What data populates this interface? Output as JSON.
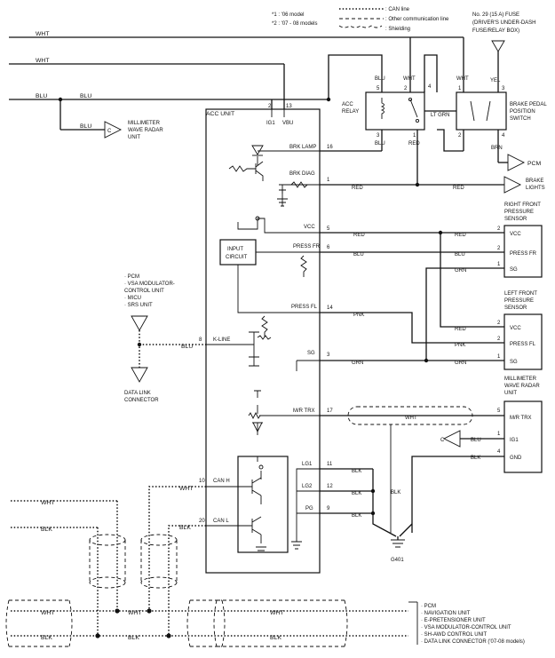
{
  "legend": {
    "notes": [
      "*1 : '06 model",
      "*2 : '07 - 08 models"
    ],
    "can_line": ": CAN line",
    "other_comm": ": Other communication line",
    "shielding": ": Shielding"
  },
  "fuse": [
    "No. 29 (15 A) FUSE",
    "(DRIVER'S UNDER-DASH",
    "FUSE/RELAY BOX)"
  ],
  "acc_unit": {
    "title": "ACC UNIT",
    "pins": {
      "ig1": "IG1",
      "vbu": "VBU",
      "p2": "2",
      "p13": "13",
      "brk_lamp": "BRK LAMP",
      "p16": "16",
      "brk_diag": "BRK DIAG",
      "p1": "1",
      "vcc": "VCC",
      "p5": "5",
      "press_fr": "PRESS FR",
      "p6": "6",
      "press_fl": "PRESS FL",
      "p14": "14",
      "kline": "K-LINE",
      "p8": "8",
      "sg": "SG",
      "p3": "3",
      "mrtrx": "M/R TRX",
      "p17": "17",
      "lg1": "LG1",
      "p11": "11",
      "lg2": "LG2",
      "p12": "12",
      "pg": "PG",
      "p9": "9",
      "canh": "CAN H",
      "p10": "10",
      "canl": "CAN L",
      "p20": "20"
    },
    "input_circuit": [
      "INPUT",
      "CIRCUIT"
    ]
  },
  "acc_relay": [
    "ACC",
    "RELAY"
  ],
  "relay_pins": [
    "5",
    "2",
    "4",
    "3",
    "1"
  ],
  "brake_switch": [
    "BRAKE PEDAL",
    "POSITION",
    "SWITCH"
  ],
  "switch_pins": [
    "1",
    "3",
    "2",
    "4"
  ],
  "wire_colors": {
    "wht": "WHT",
    "blu": "BLU",
    "red": "RED",
    "yel": "YEL",
    "brn": "BRN",
    "grn": "GRN",
    "pnk": "PNK",
    "blk": "BLK",
    "ltgrn": "LT GRN"
  },
  "mmw_radar_left": [
    "MILLIMETER",
    "WAVE RADAR",
    "UNIT"
  ],
  "pcm": "PCM",
  "brake_lights": [
    "BRAKE",
    "LIGHTS"
  ],
  "right_sensor": {
    "title": [
      "RIGHT FRONT",
      "PRESSURE",
      "SENSOR"
    ],
    "labels": [
      "VCC",
      "PRESS FR",
      "SG"
    ],
    "pins": [
      "2",
      "2",
      "1"
    ]
  },
  "left_sensor": {
    "title": [
      "LEFT FRONT",
      "PRESSURE",
      "SENSOR"
    ],
    "labels": [
      "VCC",
      "PRESS FL",
      "SG"
    ],
    "pins": [
      "2",
      "2",
      "1"
    ]
  },
  "radar_unit": {
    "title": [
      "MILLIMETER",
      "WAVE RADAR",
      "UNIT"
    ],
    "labels": [
      "M/R TRX",
      "IG1",
      "GND"
    ],
    "pins": [
      "5",
      "1",
      "4"
    ]
  },
  "k_line_devices": [
    "· PCM",
    "· VSA MODULATOR-",
    "  CONTROL UNIT",
    "· MICU",
    "· SRS UNIT"
  ],
  "data_link": [
    "DATA LINK",
    "CONNECTOR"
  ],
  "ground": "G401",
  "can_devices": [
    "· PCM",
    "· NAVIGATION UNIT",
    "· E-PRETENSIONER UNIT",
    "· VSA MODULATOR-CONTROL UNIT",
    "· SH-AWD CONTROL UNIT",
    "· DATA LINK CONNECTOR ('07-08 models)"
  ],
  "c_mark": "C"
}
